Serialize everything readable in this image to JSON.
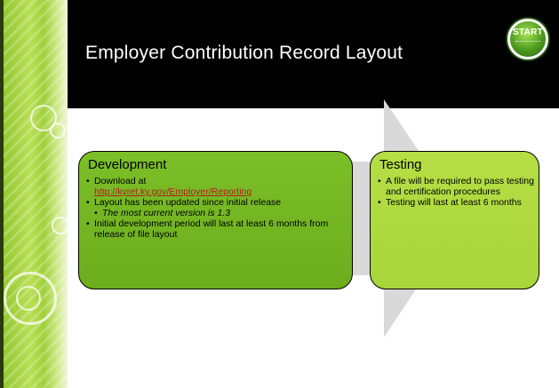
{
  "slide": {
    "title": "Employer Contribution Record Layout",
    "start_badge": "START"
  },
  "development": {
    "heading": "Development",
    "bullet_1_text": "Download at",
    "bullet_1_link": "http://kyret.ky.gov/Employer/Reporting",
    "bullet_2": "Layout has been updated since initial release",
    "sub_bullet": "The most current version is 1.3",
    "bullet_3": "Initial development period will last at least 6 months from release of file layout"
  },
  "testing": {
    "heading": "Testing",
    "bullet_1": "A file will be required to pass testing and certification procedures",
    "bullet_2": "Testing will last at least 6 months"
  },
  "colors": {
    "title_bar": "#000000",
    "development_box": "#6cad1d",
    "testing_box": "#a8d63a",
    "arrow": "#d9d9d9",
    "link": "#b01e1e"
  }
}
